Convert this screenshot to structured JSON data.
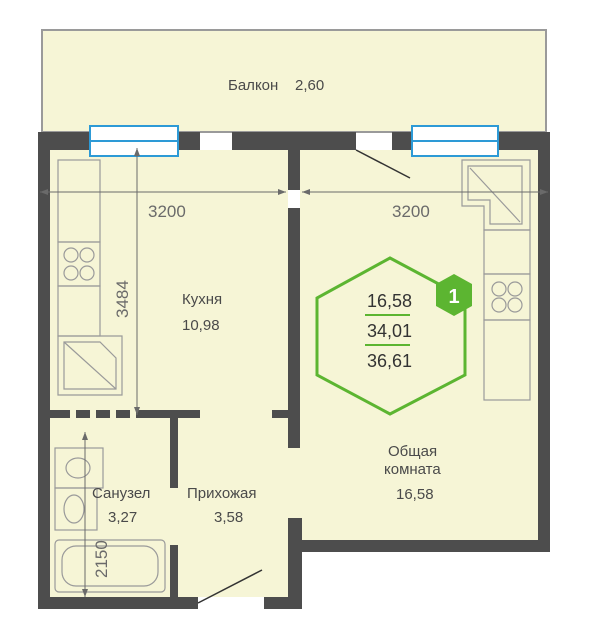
{
  "colors": {
    "floor": "#f6f5d6",
    "wall": "#4d4d4d",
    "accent": "#5cb531",
    "window": "#2d9ad6",
    "fixture_stroke": "#9a9a9a"
  },
  "rooms": {
    "balcony": {
      "name": "Балкон",
      "area": "2,60"
    },
    "kitchen": {
      "name": "Кухня",
      "area": "10,98"
    },
    "living": {
      "name_line1": "Общая",
      "name_line2": "комната",
      "area": "16,58"
    },
    "bathroom": {
      "name": "Санузел",
      "area": "3,27"
    },
    "hallway": {
      "name": "Прихожая",
      "area": "3,58"
    }
  },
  "dimensions": {
    "kitchen_width": "3200",
    "living_width": "3200",
    "kitchen_depth": "3484",
    "bathroom_depth": "2150"
  },
  "badge": {
    "rooms_count": "1",
    "living_area": "16,58",
    "total_area": "34,01",
    "total_with_balcony": "36,61"
  }
}
